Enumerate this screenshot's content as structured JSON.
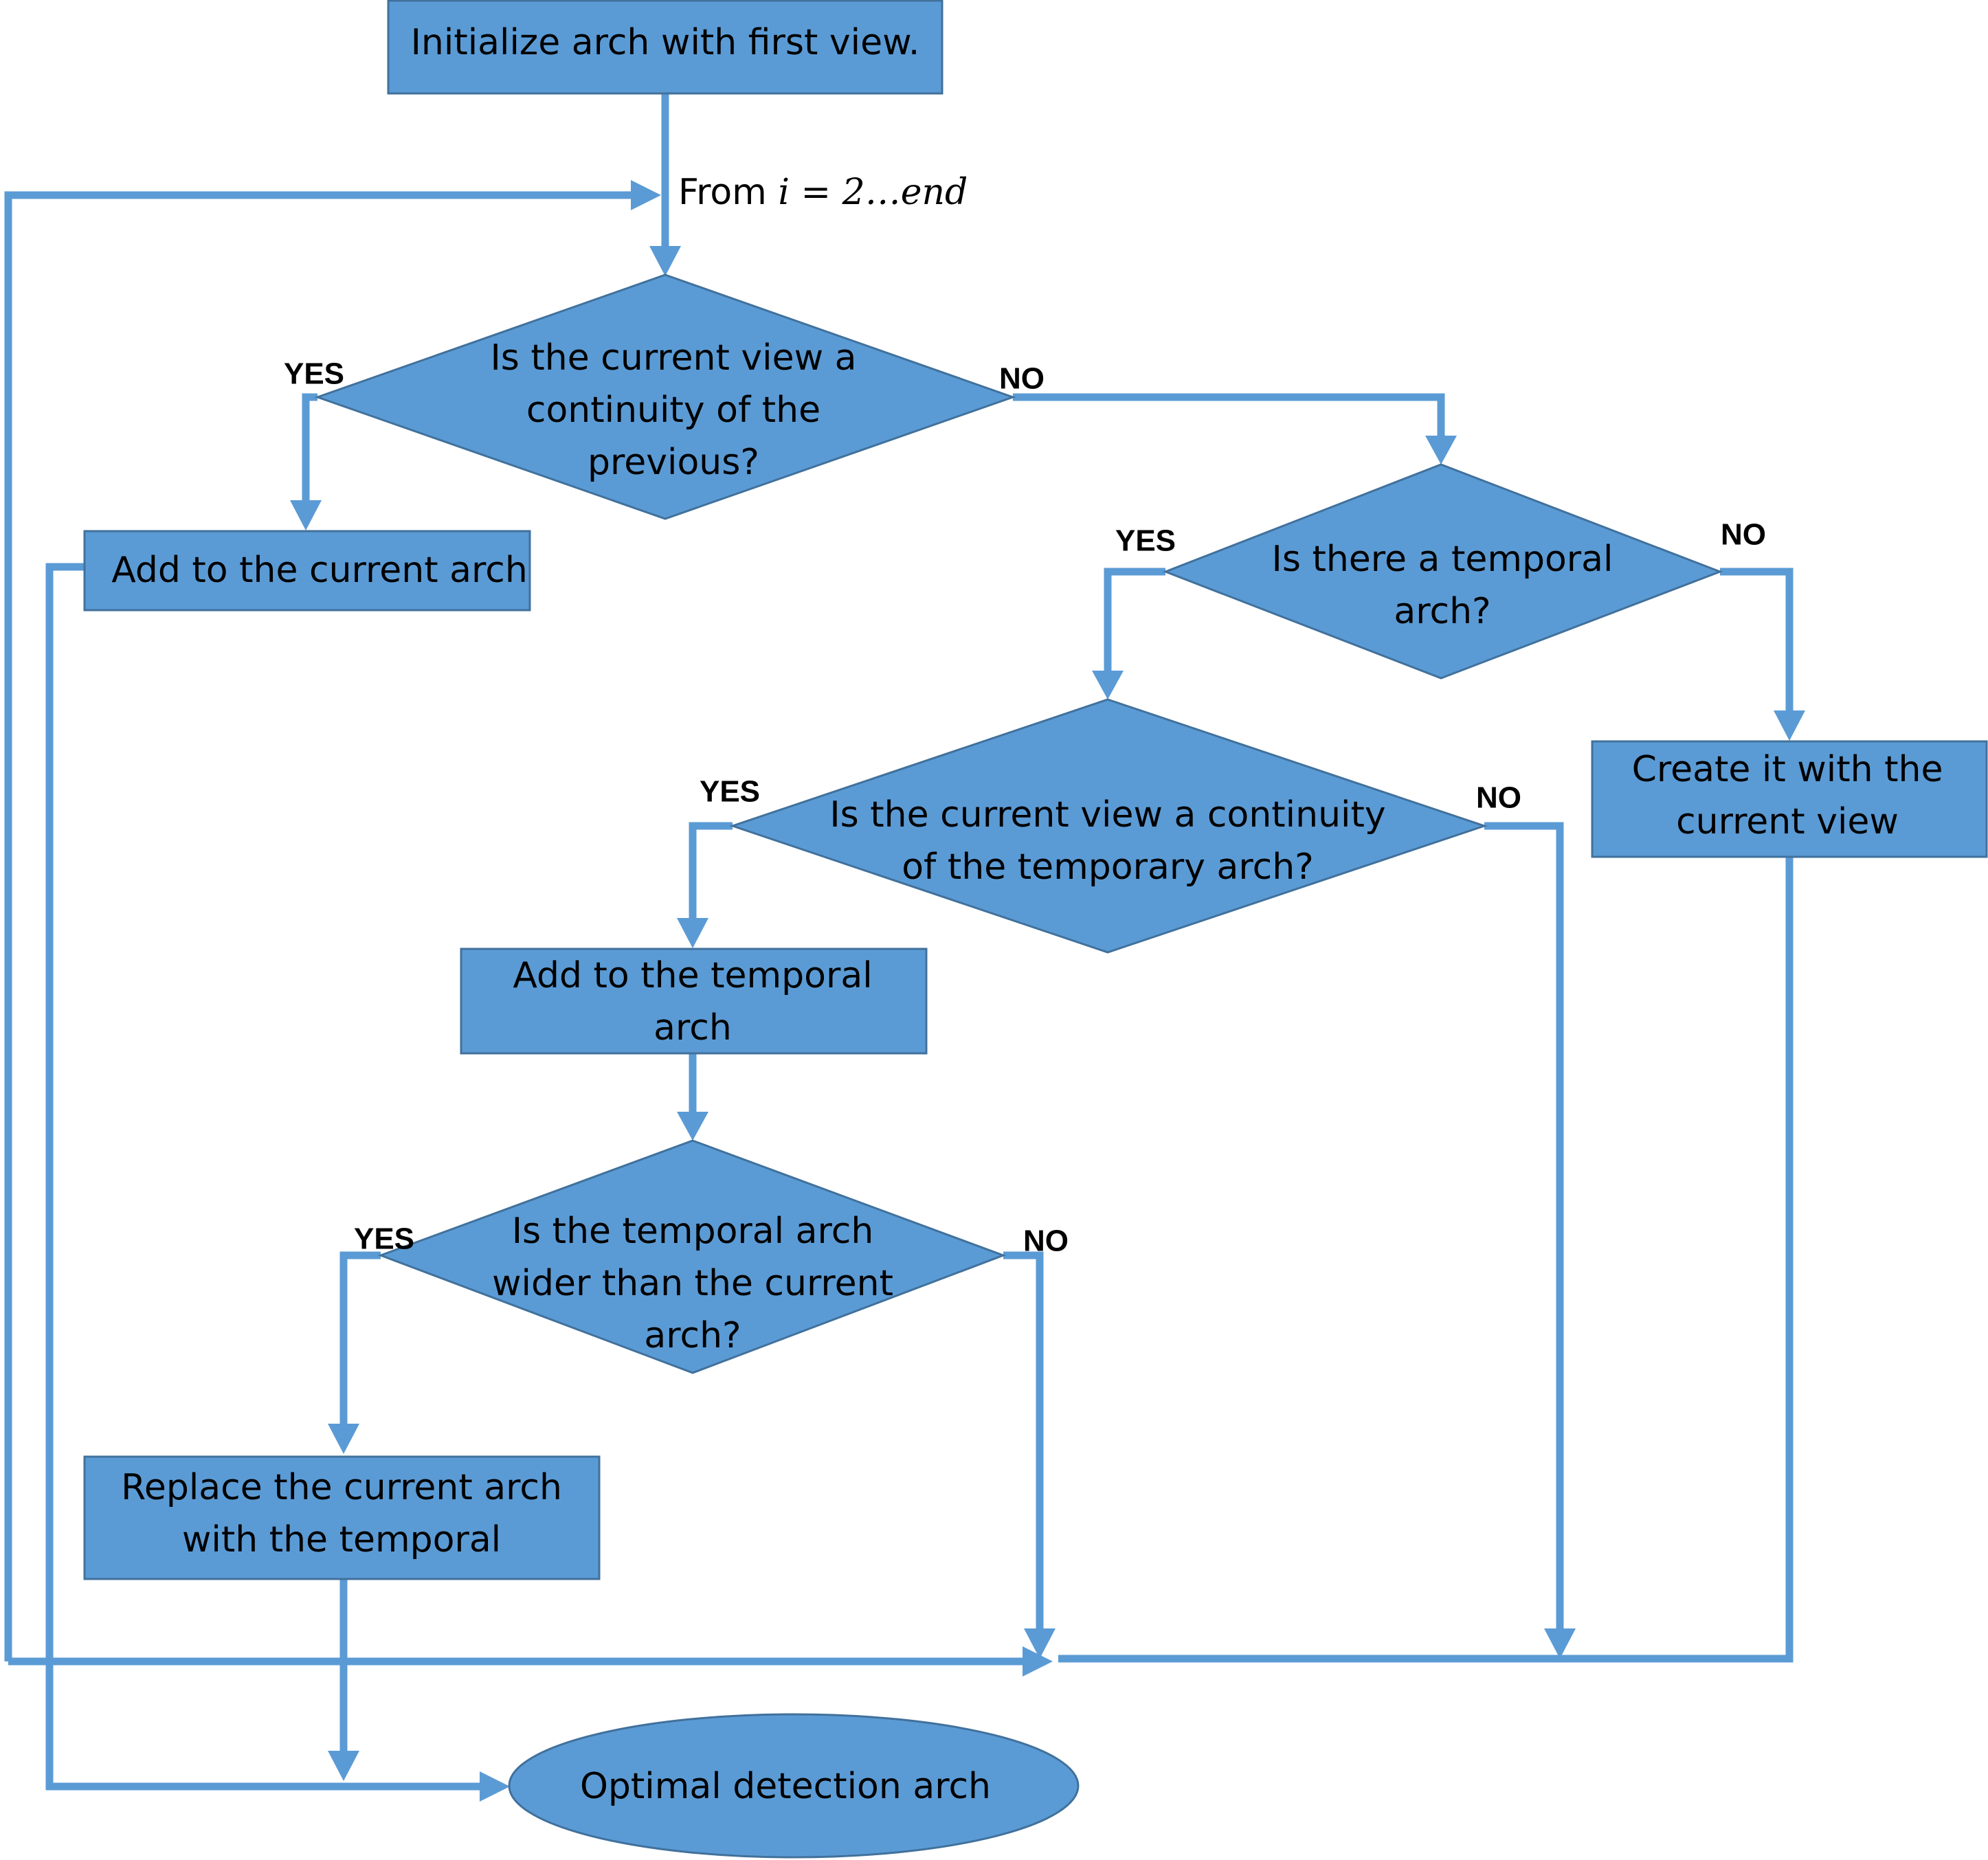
{
  "nodes": {
    "init": [
      "Initialize arch with first view."
    ],
    "loop_prefix": "From ",
    "loop_expr": "i = 2…end",
    "decision_continuity": [
      "Is the current view a",
      "continuity of the",
      "previous?"
    ],
    "add_current": [
      "Add to the current arch"
    ],
    "decision_temporal_exists": [
      "Is there a temporal",
      "arch?"
    ],
    "decision_continuity_temporary": [
      "Is the current view a continuity",
      "of the temporary arch?"
    ],
    "create_temporal": [
      "Create it with the",
      "current view"
    ],
    "add_temporal": [
      "Add to the temporal",
      "arch"
    ],
    "decision_wider": [
      "Is the temporal arch",
      "wider than the current",
      "arch?"
    ],
    "replace": [
      "Replace the current arch",
      "with the temporal"
    ],
    "end": [
      "Optimal detection arch"
    ]
  },
  "branch_labels": {
    "d1_yes": "YES",
    "d1_no": "NO",
    "d2_yes": "YES",
    "d2_no": "NO",
    "d3_yes": "YES",
    "d3_no": "NO",
    "d4_yes": "YES",
    "d4_no": "NO"
  },
  "colors": {
    "shape_fill": "#5b9bd5",
    "shape_stroke": "#41719c",
    "connector": "#5b9bd5"
  }
}
